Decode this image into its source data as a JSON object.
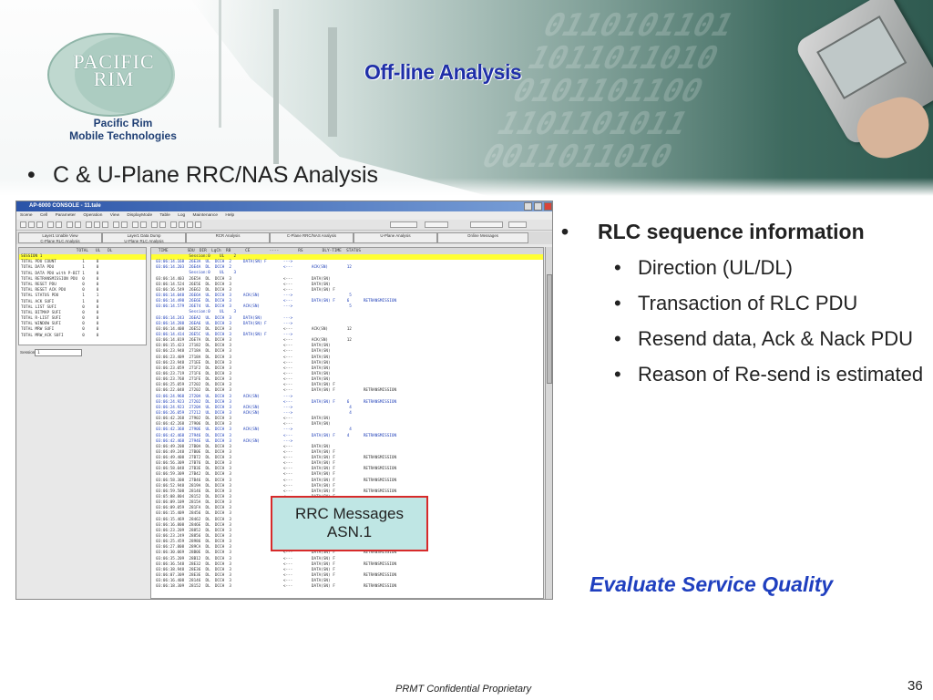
{
  "slide": {
    "title": "Off-line Analysis",
    "logo": {
      "line1": "PACIFIC",
      "line2": "RIM",
      "sub1": "Pacific Rim",
      "sub2": "Mobile Technologies"
    },
    "main_bullet": "C & U-Plane RRC/NAS Analysis",
    "right_bullets": {
      "head": "RLC sequence information",
      "items": [
        "Direction (UL/DL)",
        "Transaction of RLC PDU",
        "Resend data, Ack & Nack PDU",
        "Reason of Re-send is estimated"
      ]
    },
    "tagline": "Evaluate Service Quality",
    "callout": {
      "line1": "RRC Messages",
      "line2": "ASN.1"
    },
    "footer": "PRMT Confidential Proprietary",
    "page_number": "36",
    "colors": {
      "title": "#1f2fa8",
      "tagline": "#1f3fbf",
      "callout_bg": "#bfe6e4",
      "callout_border": "#d72a2a",
      "highlight": "#ffff33"
    }
  },
  "app": {
    "window_title": "AP-6000 CONSOLE - 11.tale",
    "menu": [
      "Scene",
      "Cell",
      "Parameter",
      "Operation",
      "View",
      "DisplayMode",
      "Table",
      "Log",
      "Maintenance",
      "Help"
    ],
    "tabs": [
      "Layer1 Unable View",
      "C-Plane RLC Analysis",
      "Layer1 Data Dump",
      "U-Plane RLC Analysis",
      "RCR Analysis",
      "C-Plane RRC/NAS Analysis",
      "U-Plane Analysis",
      "Online Messages"
    ],
    "session_label": "Session:",
    "session_value": "1"
  }
}
